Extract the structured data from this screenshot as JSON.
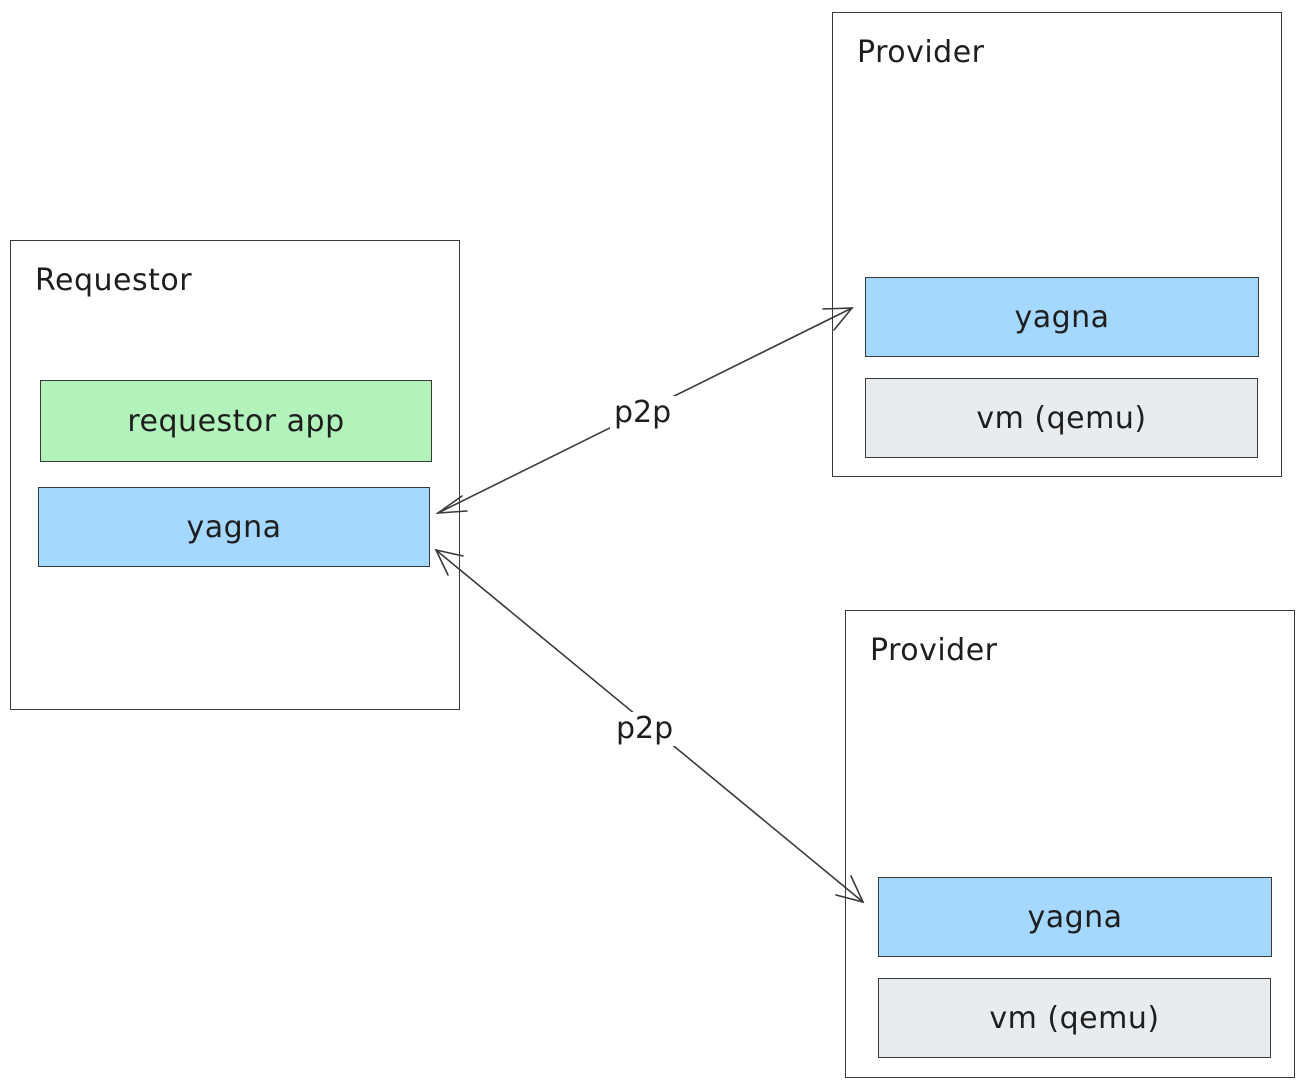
{
  "colors": {
    "requestor_app_fill": "#b2f2bb",
    "yagna_fill": "#a5d8ff",
    "vm_fill": "#e9ecef",
    "stroke": "#3a3a3a"
  },
  "requestor": {
    "title": "Requestor",
    "app_label": "requestor app",
    "yagna_label": "yagna"
  },
  "providers": [
    {
      "title": "Provider",
      "yagna_label": "yagna",
      "vm_label": "vm (qemu)"
    },
    {
      "title": "Provider",
      "yagna_label": "yagna",
      "vm_label": "vm (qemu)"
    }
  ],
  "connections": [
    {
      "from": "requestor.yagna",
      "to": "providers.0.yagna",
      "label": "p2p"
    },
    {
      "from": "requestor.yagna",
      "to": "providers.1.yagna",
      "label": "p2p"
    }
  ]
}
